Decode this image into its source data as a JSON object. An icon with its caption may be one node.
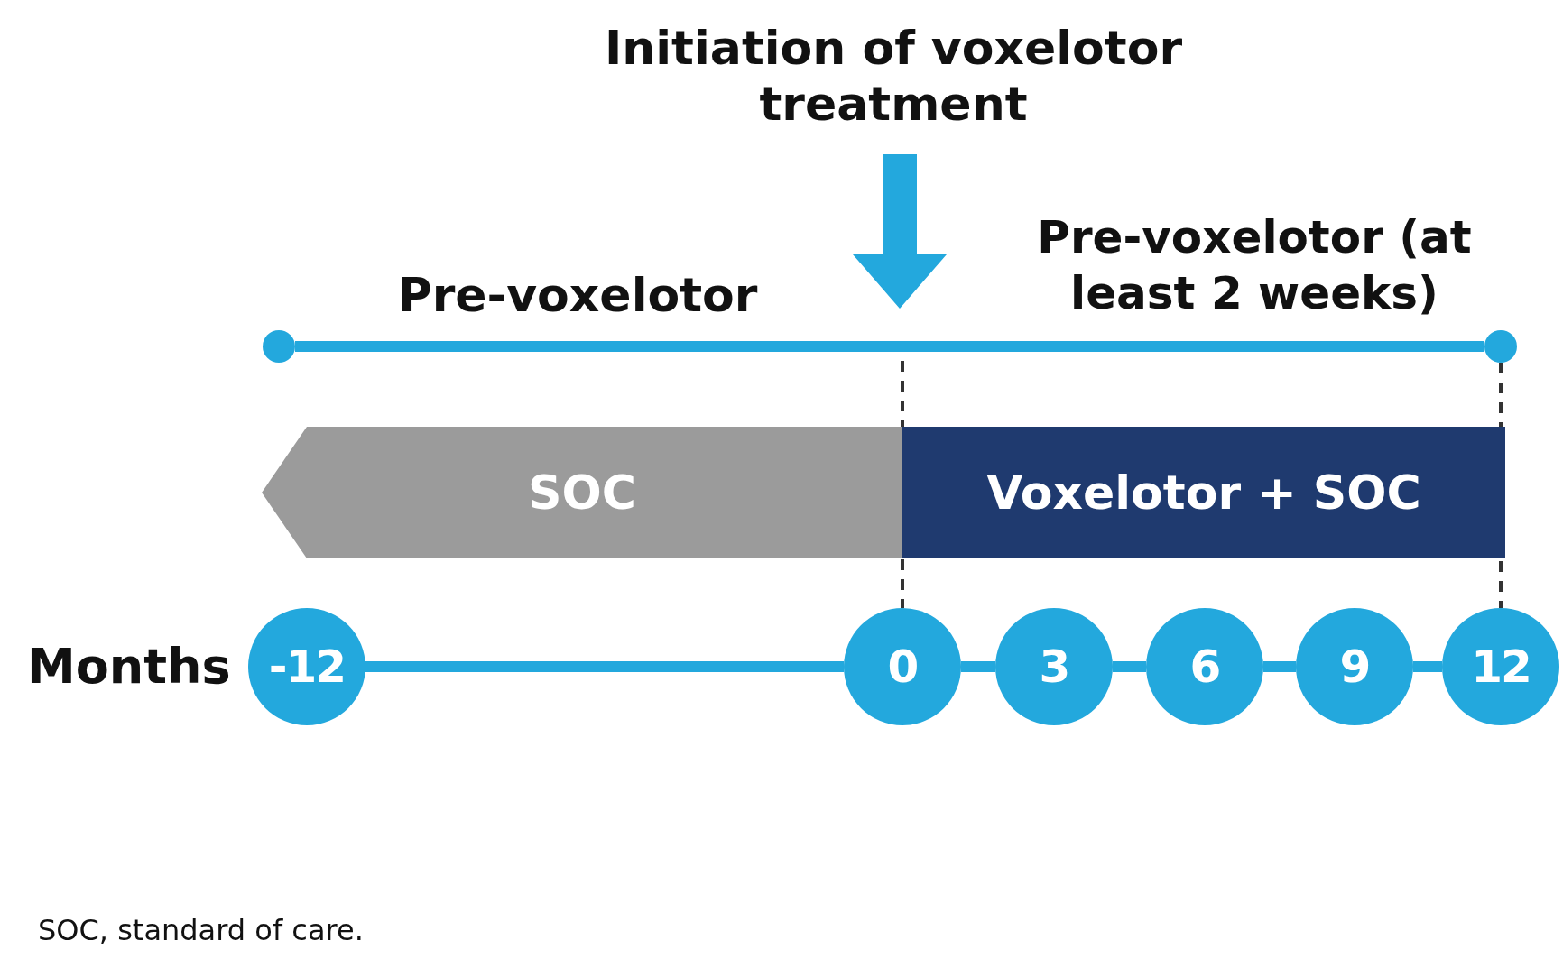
{
  "diagram": {
    "caption": "SOC, standard of care.",
    "nodes": [
      {
        "text": [],
        "shape": "circle"
      },
      {
        "text": [],
        "shape": "circle"
      },
      {
        "text": [
          "SOC"
        ]
      },
      {
        "text": [
          "Voxelotor + SOC"
        ]
      },
      {
        "text": [
          "-12"
        ]
      },
      {
        "text": [
          "0"
        ]
      },
      {
        "text": [
          "3"
        ]
      },
      {
        "text": [
          "6"
        ]
      },
      {
        "text": [
          "9"
        ]
      },
      {
        "text": [
          "12"
        ]
      }
    ],
    "edges": [
      {
        "from": 0,
        "to": 1,
        "arrow": "none"
      },
      {
        "from": 4,
        "to": 5,
        "arrow": "none"
      },
      {
        "from": 5,
        "to": 6,
        "arrow": "none"
      },
      {
        "from": 6,
        "to": 7,
        "arrow": "none"
      },
      {
        "from": 7,
        "to": 8,
        "arrow": "none"
      },
      {
        "from": 8,
        "to": 9,
        "arrow": "none"
      },
      {
        "from": 1,
        "to": 9,
        "arrow": "none",
        "style": "dashed",
        "color": "#333333"
      }
    ],
    "labels": [
      "Initiation of voxelotor treatment",
      "Pre-voxelotor",
      "Pre-voxelotor (at least 2 weeks)",
      "Months"
    ]
  }
}
